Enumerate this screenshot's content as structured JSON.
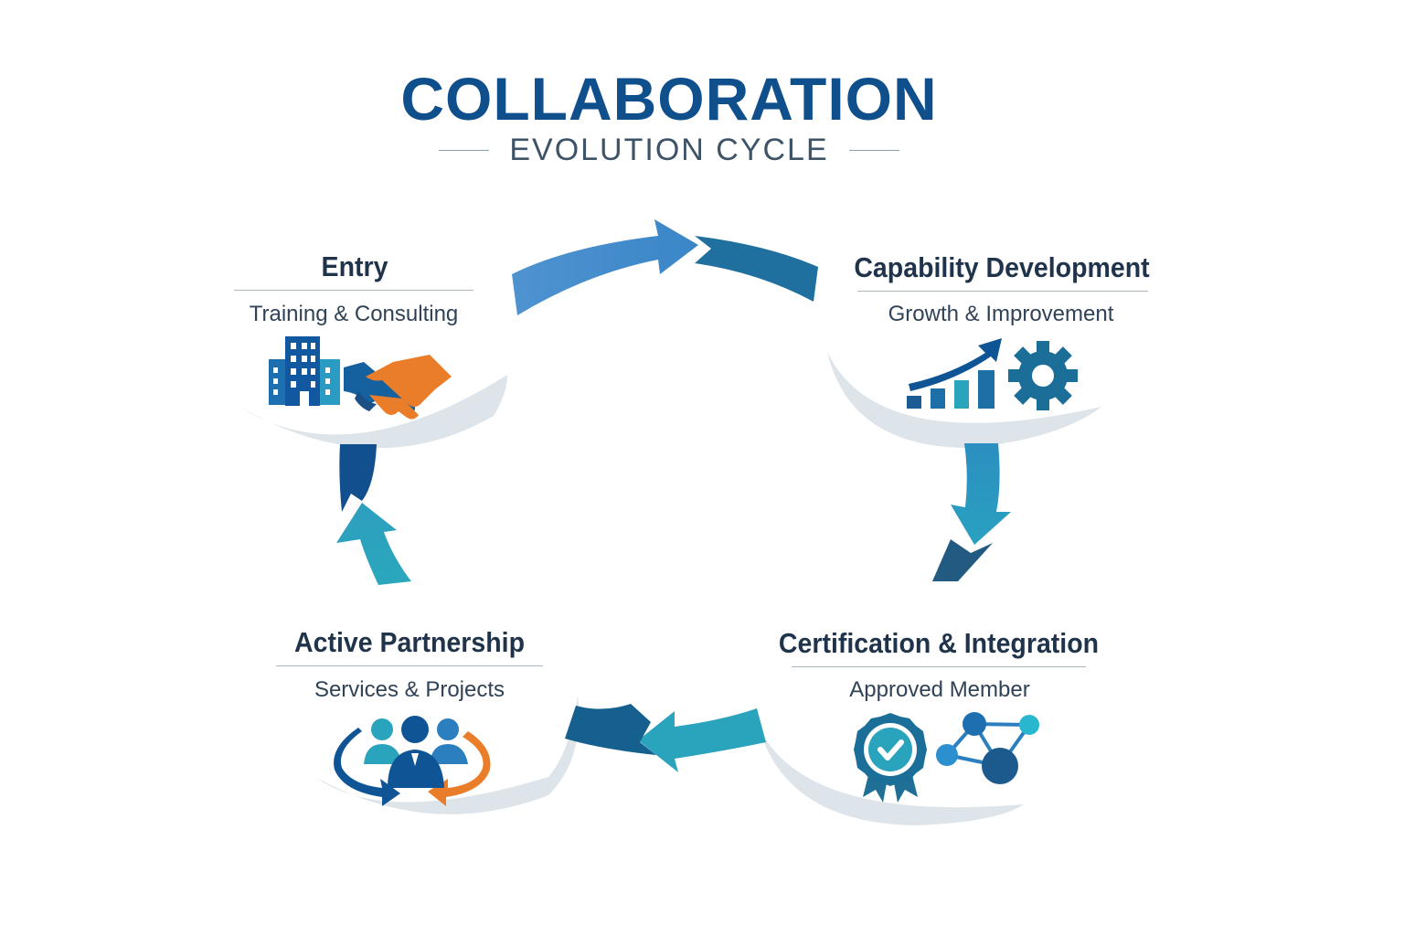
{
  "header": {
    "title": "COLLABORATION",
    "subtitle": "EVOLUTION CYCLE"
  },
  "stages": [
    {
      "title": "Entry",
      "subtitle": "Training & Consulting",
      "icons": [
        "buildings-icon",
        "handshake-icon"
      ]
    },
    {
      "title": "Capability Development",
      "subtitle": "Growth & Improvement",
      "icons": [
        "growth-chart-icon",
        "gear-icon"
      ]
    },
    {
      "title": "Certification & Integration",
      "subtitle": "Approved Member",
      "icons": [
        "badge-check-icon",
        "network-icon"
      ]
    },
    {
      "title": "Active Partnership",
      "subtitle": "Services & Projects",
      "icons": [
        "team-cycle-icon"
      ]
    }
  ],
  "colors": {
    "title": "#0e4f8c",
    "dark_blue": "#0f5596",
    "mid_blue": "#2b7fbf",
    "teal": "#2aa3bd",
    "orange": "#ea7d2a",
    "text": "#1f344b"
  }
}
